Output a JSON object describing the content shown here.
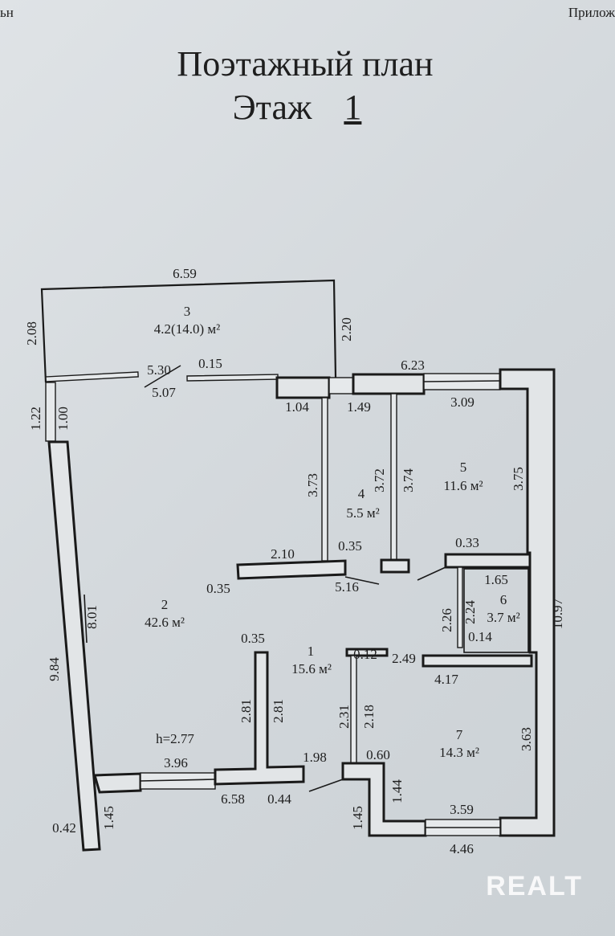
{
  "header": {
    "corner_left": "ьн",
    "corner_right": "Прилож",
    "title": "Поэтажный план",
    "floor_label": "Этаж",
    "floor_number": "1"
  },
  "rooms": [
    {
      "number": "1",
      "area": "15.6 м²"
    },
    {
      "number": "2",
      "area": "42.6 м²"
    },
    {
      "number": "3",
      "area": "4.2(14.0) м²"
    },
    {
      "number": "4",
      "area": "5.5 м²"
    },
    {
      "number": "5",
      "area": "11.6 м²"
    },
    {
      "number": "6",
      "area": "3.7 м²"
    },
    {
      "number": "7",
      "area": "14.3 м²"
    }
  ],
  "ceiling_height": "h=2.77",
  "dimensions": {
    "d659": "6.59",
    "d208": "2.08",
    "d220": "2.20",
    "d530": "5.30",
    "d015": "0.15",
    "d507": "5.07",
    "d122": "1.22",
    "d100": "1.00",
    "d104": "1.04",
    "d149": "1.49",
    "d623": "6.23",
    "d309": "3.09",
    "d373": "3.73",
    "d372": "3.72",
    "d374": "3.74",
    "d375": "3.75",
    "d210": "2.10",
    "d035a": "0.35",
    "d033": "0.33",
    "d035b": "0.35",
    "d516": "5.16",
    "d165": "1.65",
    "d226": "2.26",
    "d224": "2.24",
    "d1097": "10.97",
    "d014": "0.14",
    "d801": "8.01",
    "d984": "9.84",
    "d035c": "0.35",
    "d012": "0.12",
    "d249": "2.49",
    "d417": "4.17",
    "d281a": "2.81",
    "d281b": "2.81",
    "d231": "2.31",
    "d218": "2.18",
    "d363": "3.63",
    "d060": "0.60",
    "d396": "3.96",
    "d198": "1.98",
    "d658": "6.58",
    "d044": "0.44",
    "d144": "1.44",
    "d145a": "1.45",
    "d145b": "1.45",
    "d359": "3.59",
    "d446": "4.46",
    "d042": "0.42"
  },
  "watermark": "REALT"
}
